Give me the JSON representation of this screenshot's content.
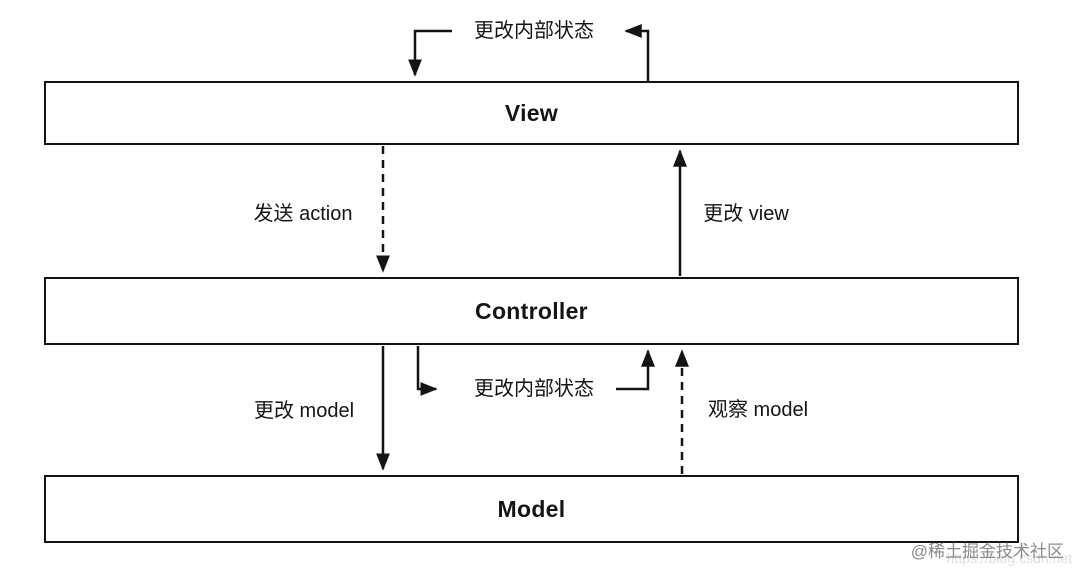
{
  "diagram": {
    "type": "mvc-flow-diagram",
    "boxes": [
      {
        "id": "view",
        "label": "View"
      },
      {
        "id": "controller",
        "label": "Controller"
      },
      {
        "id": "model",
        "label": "Model"
      }
    ],
    "edges": [
      {
        "id": "view-self",
        "from": "view",
        "to": "view",
        "label": "更改内部状态",
        "style": "solid"
      },
      {
        "id": "send-action",
        "from": "view",
        "to": "controller",
        "label": "发送 action",
        "style": "dashed"
      },
      {
        "id": "change-view",
        "from": "controller",
        "to": "view",
        "label": "更改 view",
        "style": "solid"
      },
      {
        "id": "change-model",
        "from": "controller",
        "to": "model",
        "label": "更改 model",
        "style": "solid"
      },
      {
        "id": "controller-self",
        "from": "controller",
        "to": "controller",
        "label": "更改内部状态",
        "style": "solid"
      },
      {
        "id": "observe-model",
        "from": "model",
        "to": "controller",
        "label": "观察 model",
        "style": "dashed"
      }
    ],
    "colors": {
      "line": "#141414",
      "box_border": "#141414",
      "background": "#ffffff",
      "watermark": "#7d7d7d"
    },
    "watermark": {
      "community": "@稀土掘金技术社区",
      "url_faint": "https://blog.csdn.net"
    }
  }
}
